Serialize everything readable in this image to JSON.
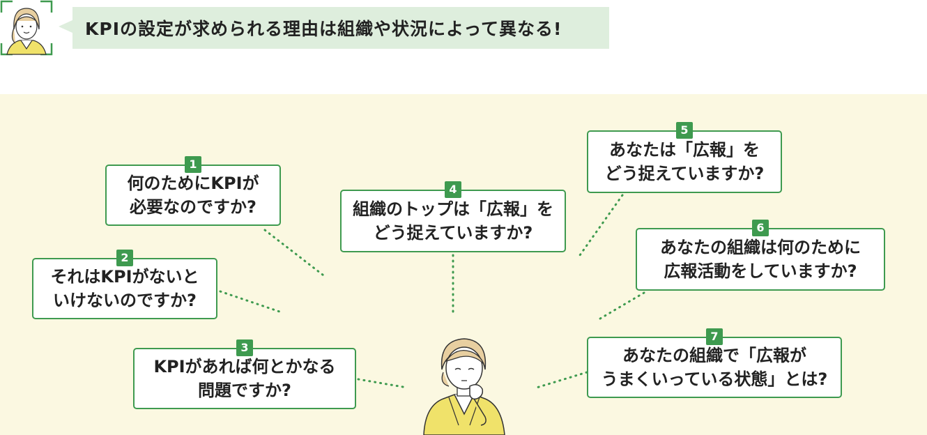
{
  "header": {
    "speech_text": "KPIの設定が求められる理由は組織や状況によって異なる!"
  },
  "questions": [
    {
      "number": "1",
      "line1": "何のためにKPIが",
      "line2": "必要なのですか?"
    },
    {
      "number": "2",
      "line1": "それはKPIがないと",
      "line2": "いけないのですか?"
    },
    {
      "number": "3",
      "line1": "KPIがあれば何とかなる",
      "line2": "問題ですか?"
    },
    {
      "number": "4",
      "line1": "組織のトップは「広報」を",
      "line2": "どう捉えていますか?"
    },
    {
      "number": "5",
      "line1": "あなたは「広報」を",
      "line2": "どう捉えていますか?"
    },
    {
      "number": "6",
      "line1": "あなたの組織は何のために",
      "line2": "広報活動をしていますか?"
    },
    {
      "number": "7",
      "line1": "あなたの組織で「広報が",
      "line2": "うまくいっている状態」とは?"
    }
  ],
  "colors": {
    "accent_green": "#3e9a4f",
    "panel_bg": "#fbf8e1",
    "speech_bg": "#deeedd",
    "jacket_yellow": "#f0e26a"
  }
}
